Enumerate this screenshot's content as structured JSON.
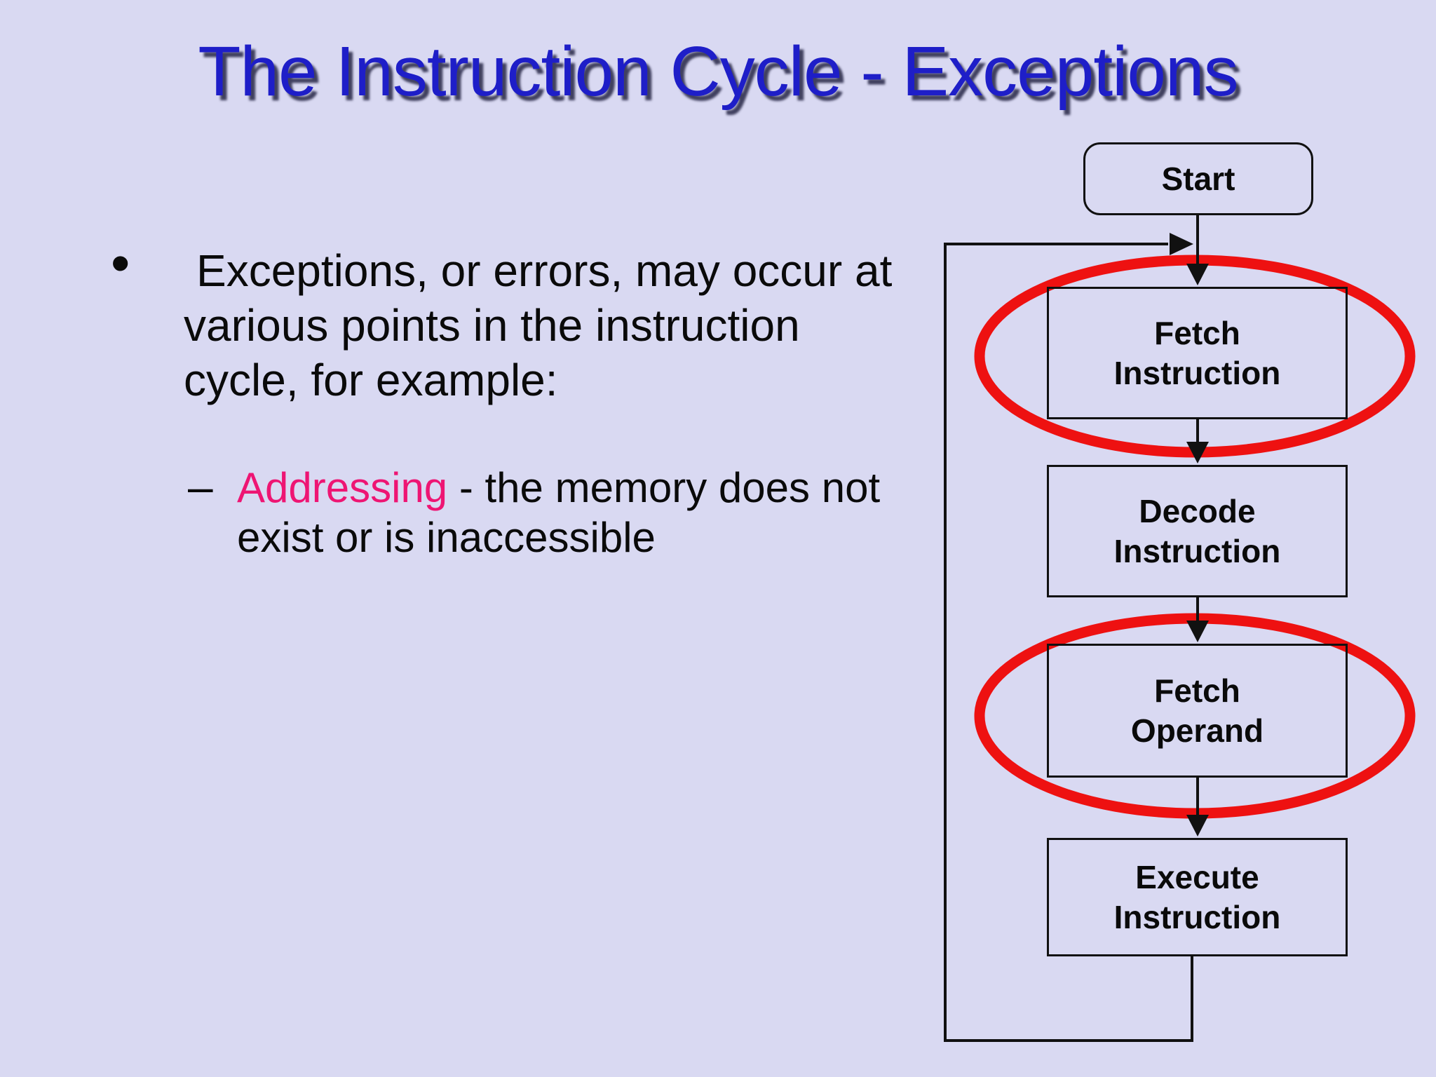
{
  "slide": {
    "background_color": "#d9d9f2",
    "title": {
      "text": "The Instruction Cycle - Exceptions",
      "color": "#1e1ec8"
    },
    "bullet": {
      "marker": "•",
      "lines": [
        "Exceptions, or errors, may occur at",
        "various points in the instruction",
        "cycle, for example:"
      ]
    },
    "sub_bullet": {
      "marker": "–",
      "highlight": "Addressing",
      "highlight_color": "#ee1573",
      "line1_rest": " - the memory does not",
      "line2": "exist or is inaccessible"
    }
  },
  "flowchart": {
    "start_label": "Start",
    "boxes": [
      {
        "id": "fetch-instruction",
        "line1": "Fetch",
        "line2": "Instruction",
        "circled": true
      },
      {
        "id": "decode-instruction",
        "line1": "Decode",
        "line2": "Instruction",
        "circled": false
      },
      {
        "id": "fetch-operand",
        "line1": "Fetch",
        "line2": "Operand",
        "circled": true
      },
      {
        "id": "execute-instruction",
        "line1": "Execute",
        "line2": "Instruction",
        "circled": false
      }
    ],
    "line_color": "#111111",
    "circle_color": "#ee1111"
  }
}
